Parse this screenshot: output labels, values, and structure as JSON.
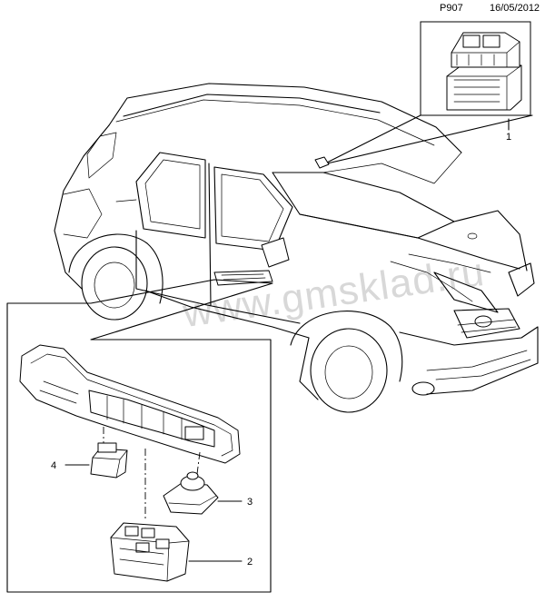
{
  "header": {
    "drawing_code": "P907",
    "date": "16/05/2012"
  },
  "watermark": "www.gmsklad.ru",
  "callouts": [
    {
      "number": "1"
    },
    {
      "number": "2"
    },
    {
      "number": "3"
    },
    {
      "number": "4"
    }
  ]
}
